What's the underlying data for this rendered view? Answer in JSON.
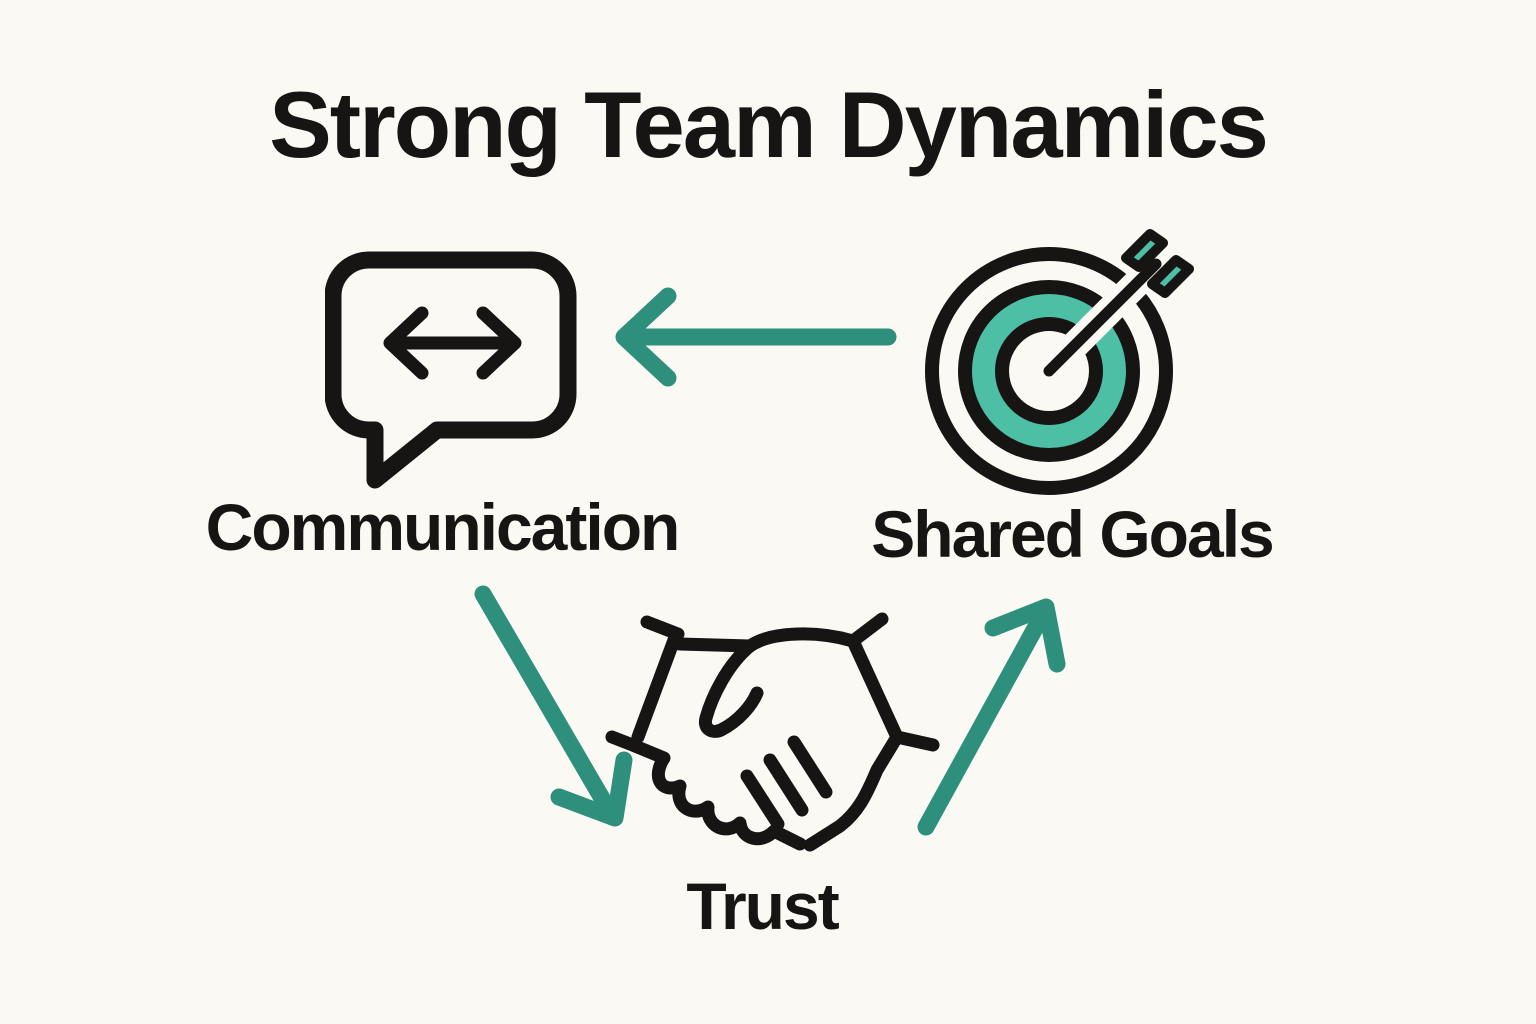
{
  "title": "Strong Team Dynamics",
  "colors": {
    "background": "#FBF9F3",
    "ink": "#161514",
    "arrow": "#2E8F7D",
    "accent": "#4DBFA4"
  },
  "nodes": [
    {
      "id": "communication",
      "label": "Communication",
      "icon": "speech-bubble-two-way-arrow-icon"
    },
    {
      "id": "shared_goals",
      "label": "Shared Goals",
      "icon": "bullseye-target-arrow-icon"
    },
    {
      "id": "trust",
      "label": "Trust",
      "icon": "handshake-icon"
    }
  ],
  "edges": [
    {
      "from": "shared_goals",
      "to": "communication",
      "shape": "horizontal-arrow-left"
    },
    {
      "from": "communication",
      "to": "trust",
      "shape": "diagonal-arrow-down-right"
    },
    {
      "from": "trust",
      "to": "shared_goals",
      "shape": "diagonal-arrow-up-right"
    }
  ]
}
